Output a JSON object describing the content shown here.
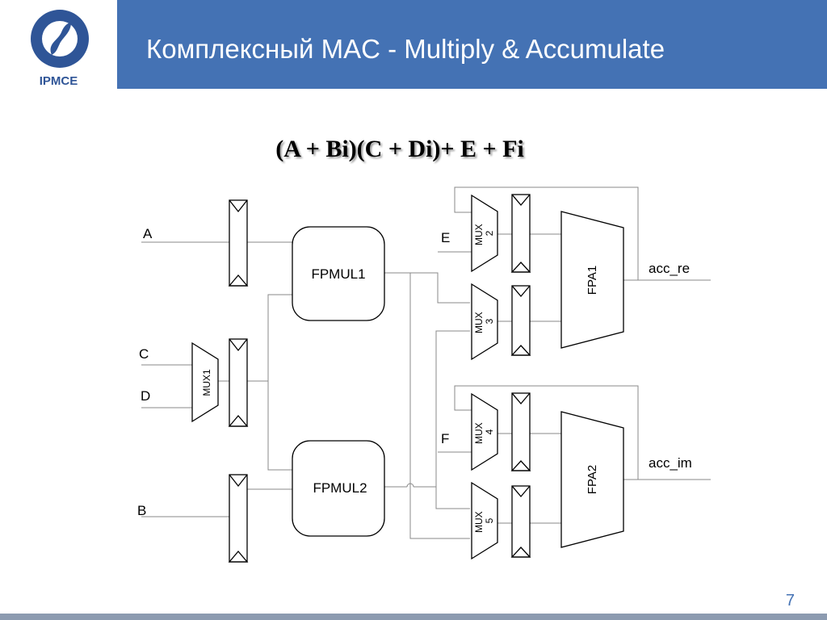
{
  "header": {
    "logo_text": "IPMCE",
    "title": "Комплексный MAC - Multiply & Accumulate"
  },
  "formula": "(A + Bi)(C + Di)+ E + Fi",
  "diagram": {
    "inputs": {
      "a": "A",
      "b": "B",
      "c": "C",
      "d": "D",
      "e": "E",
      "f": "F"
    },
    "blocks": {
      "fpmul1": "FPMUL1",
      "fpmul2": "FPMUL2",
      "mux1": "MUX1",
      "mux2": [
        "MUX",
        "2"
      ],
      "mux3": [
        "MUX",
        "3"
      ],
      "mux4": [
        "MUX",
        "4"
      ],
      "mux5": [
        "MUX",
        "5"
      ],
      "fpa1": "FPA1",
      "fpa2": "FPA2"
    },
    "outputs": {
      "acc_re": "acc_re",
      "acc_im": "acc_im"
    }
  },
  "page_number": "7",
  "colors": {
    "header_bg": "#4472b4",
    "logo_blue": "#2f5597",
    "footer": "#8c9bb0"
  }
}
